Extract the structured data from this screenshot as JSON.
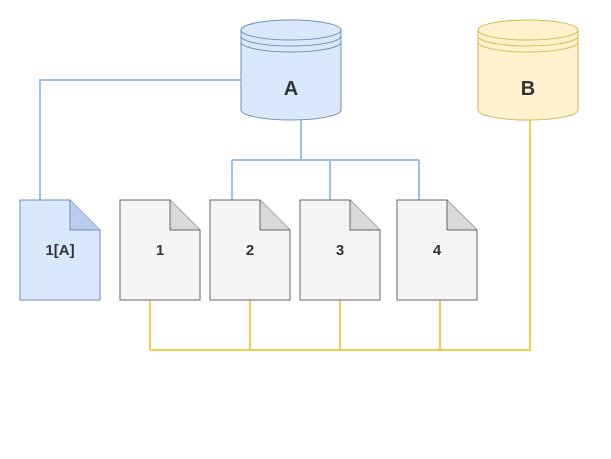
{
  "colors": {
    "blue_fill": "#dae8fc",
    "blue_stroke": "#6c8ebf",
    "blue_line": "#99c3ee",
    "yellow_fill": "#fff2cc",
    "yellow_stroke": "#d6b656",
    "yellow_line": "#f2cc4c",
    "doc_fill": "#f5f5f5",
    "doc_stroke": "#666666",
    "text": "#333333"
  },
  "diagram": {
    "databases": [
      {
        "id": "A",
        "label": "A",
        "color": "blue"
      },
      {
        "id": "B",
        "label": "B",
        "color": "yellow"
      }
    ],
    "documents": [
      {
        "id": "doc-1a",
        "label": "1[A]",
        "color": "blue"
      },
      {
        "id": "doc-1",
        "label": "1",
        "color": "gray"
      },
      {
        "id": "doc-2",
        "label": "2",
        "color": "gray"
      },
      {
        "id": "doc-3",
        "label": "3",
        "color": "gray"
      },
      {
        "id": "doc-4",
        "label": "4",
        "color": "gray"
      }
    ],
    "connections": [
      {
        "from": "A",
        "to": "doc-1a"
      },
      {
        "from": "A",
        "to": "doc-2"
      },
      {
        "from": "A",
        "to": "doc-3"
      },
      {
        "from": "A",
        "to": "doc-4"
      },
      {
        "from": "B",
        "to": "doc-1"
      },
      {
        "from": "B",
        "to": "doc-2"
      },
      {
        "from": "B",
        "to": "doc-3"
      },
      {
        "from": "B",
        "to": "doc-4"
      }
    ]
  }
}
